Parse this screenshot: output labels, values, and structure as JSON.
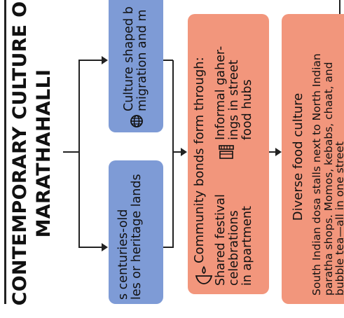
{
  "title": {
    "line1": "CONTEMPORARY CULTURE O",
    "line2": "MARATHAHALLI"
  },
  "boxes": {
    "heritage": {
      "text": "s centuries-old les or heritage lands",
      "line1": "s centuries-old",
      "line2": "les or heritage lands"
    },
    "migration": {
      "line1": "Culture shaped b",
      "line2": "migration and m"
    },
    "community": {
      "heading": "Community bonds form through:",
      "festival": {
        "line1": "Shared festival",
        "line2": "celebrations",
        "line3": "in apartment"
      },
      "street": {
        "line1": "Informal gaher-",
        "line2": "ings in street",
        "line3": "food hubs"
      }
    },
    "food": {
      "heading": "Diverse food culture",
      "line1": "South Indian dosa stalls next to North Indian",
      "line2": "paratha shops. Momos, kebabs, chaat, and",
      "line3": "bubble tea—all in one street"
    }
  },
  "icons": {
    "globe": "globe-icon",
    "diya": "diya-lamp-icon",
    "stall": "food-stall-icon"
  },
  "colors": {
    "blue": "#7e9bd6",
    "orange": "#f2967c",
    "line": "#222222"
  }
}
